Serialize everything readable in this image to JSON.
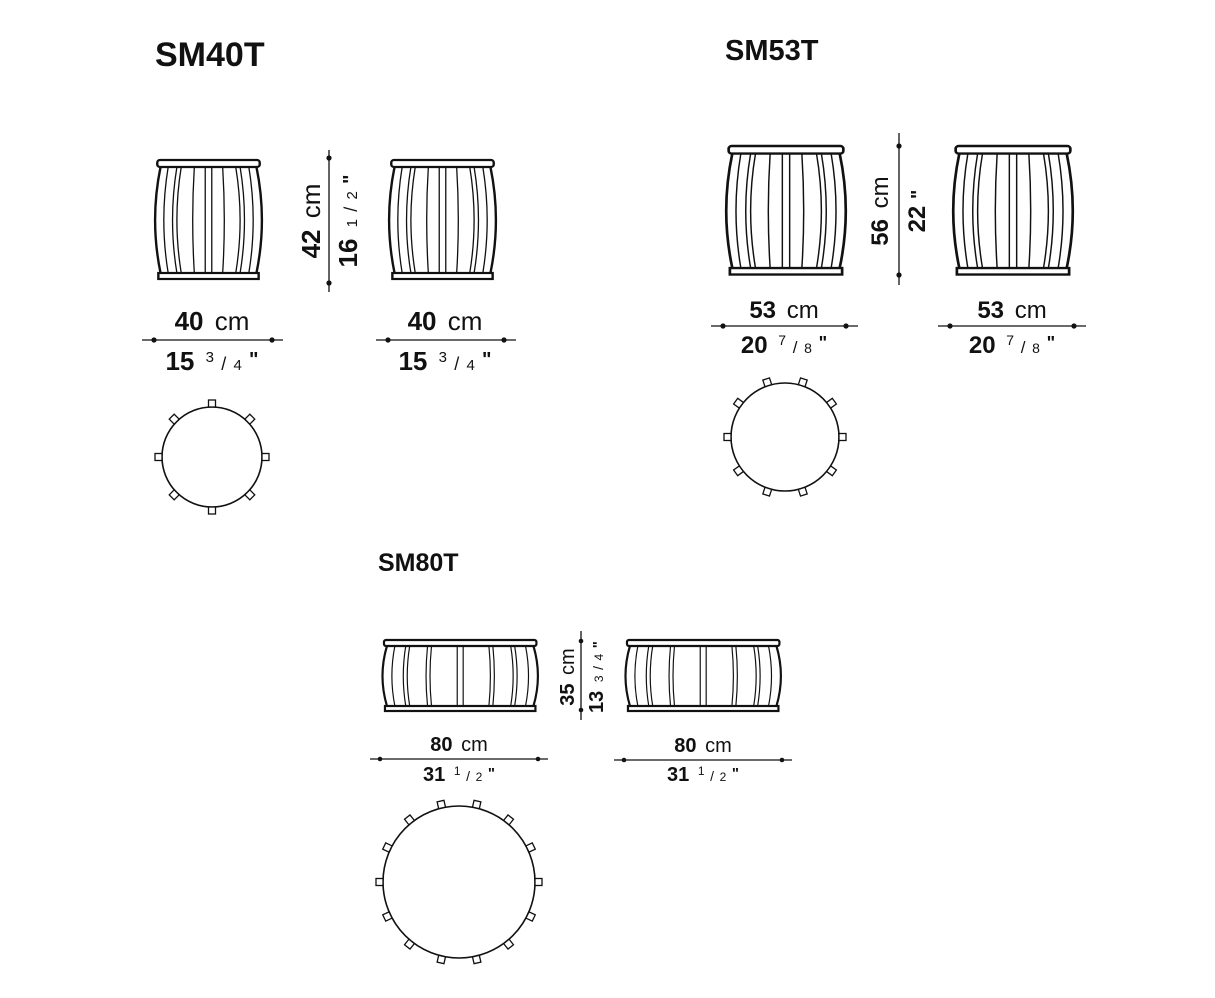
{
  "models": [
    {
      "id": "sm40t",
      "title": "SM40T",
      "height": {
        "cm": "42",
        "cm_unit": "cm",
        "in_whole": "16",
        "in_frac_num": "1",
        "in_frac_den": "2",
        "in_unit": "\""
      },
      "width": {
        "cm": "40",
        "cm_unit": "cm",
        "in_whole": "15",
        "in_frac_num": "3",
        "in_frac_den": "4",
        "in_unit": "\""
      },
      "top_view_legs": 8
    },
    {
      "id": "sm53t",
      "title": "SM53T",
      "height": {
        "cm": "56",
        "cm_unit": "cm",
        "in_whole": "22",
        "in_frac_num": "",
        "in_frac_den": "",
        "in_unit": "\""
      },
      "width": {
        "cm": "53",
        "cm_unit": "cm",
        "in_whole": "20",
        "in_frac_num": "7",
        "in_frac_den": "8",
        "in_unit": "\""
      },
      "top_view_legs": 10
    },
    {
      "id": "sm80t",
      "title": "SM80T",
      "height": {
        "cm": "35",
        "cm_unit": "cm",
        "in_whole": "13",
        "in_frac_num": "3",
        "in_frac_den": "4",
        "in_unit": "\""
      },
      "width": {
        "cm": "80",
        "cm_unit": "cm",
        "in_whole": "31",
        "in_frac_num": "1",
        "in_frac_den": "2",
        "in_unit": "\""
      },
      "top_view_legs": 14
    }
  ]
}
